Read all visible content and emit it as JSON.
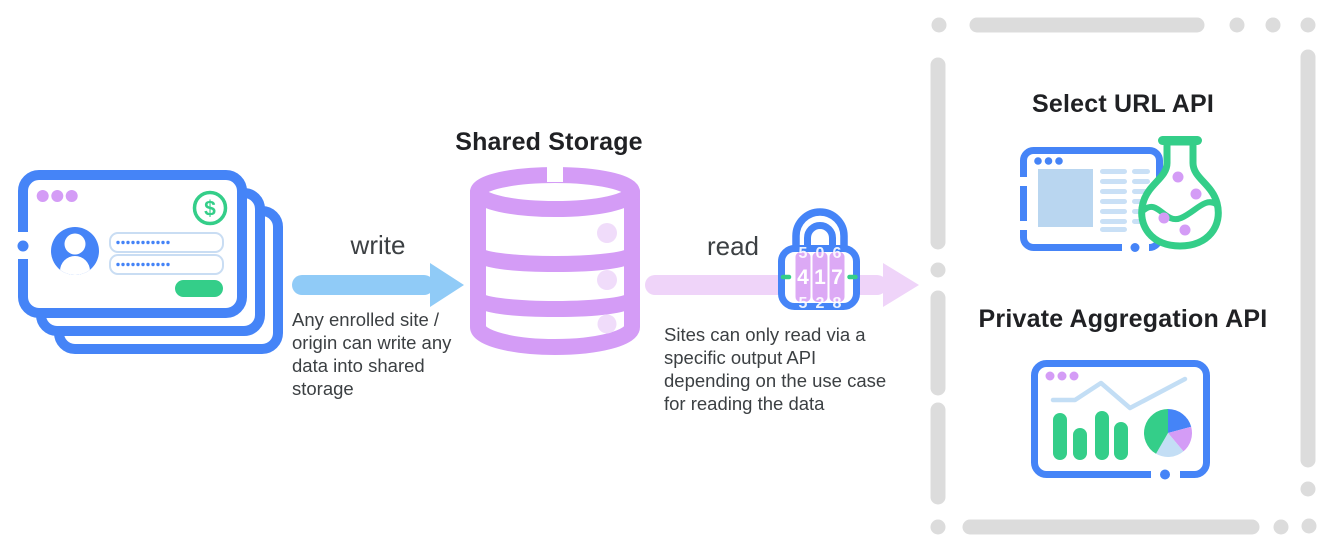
{
  "diagram": {
    "storage_title": "Shared Storage",
    "write": {
      "label": "write",
      "caption": "Any enrolled site / origin can write any data into shared storage"
    },
    "read": {
      "label": "read",
      "caption": "Sites can only read via a specific output API depending on the use case for reading the data"
    },
    "lock": {
      "code": [
        "4",
        "1",
        "7"
      ],
      "code_above": [
        "5",
        "0",
        "6"
      ],
      "code_below": [
        "5",
        "2",
        "8"
      ]
    },
    "apis": {
      "select_url_title": "Select URL API",
      "private_aggregation_title": "Private Aggregation API"
    }
  },
  "icons": [
    "browser-window-stack-icon",
    "write-arrow-icon",
    "database-cylinder-icon",
    "read-arrow-icon",
    "combination-lock-icon",
    "browser-flask-icon",
    "dashboard-charts-icon",
    "dashed-boundary"
  ],
  "colors": {
    "blue": "#4584F7",
    "sky_arrow": "#90CBF7",
    "purple": "#D49CF6",
    "pale_purple": "#F0DCFA",
    "pink_arrow": "#EFD4F9",
    "dial_purple": "#DCA9F5",
    "green": "#34CE89",
    "light_blue_fill": "#B9D6F0",
    "light_blue_line": "#C9E0F6",
    "gray_dash": "#DCDCDC",
    "title_text": "#202124",
    "body_text": "#3C4043"
  }
}
